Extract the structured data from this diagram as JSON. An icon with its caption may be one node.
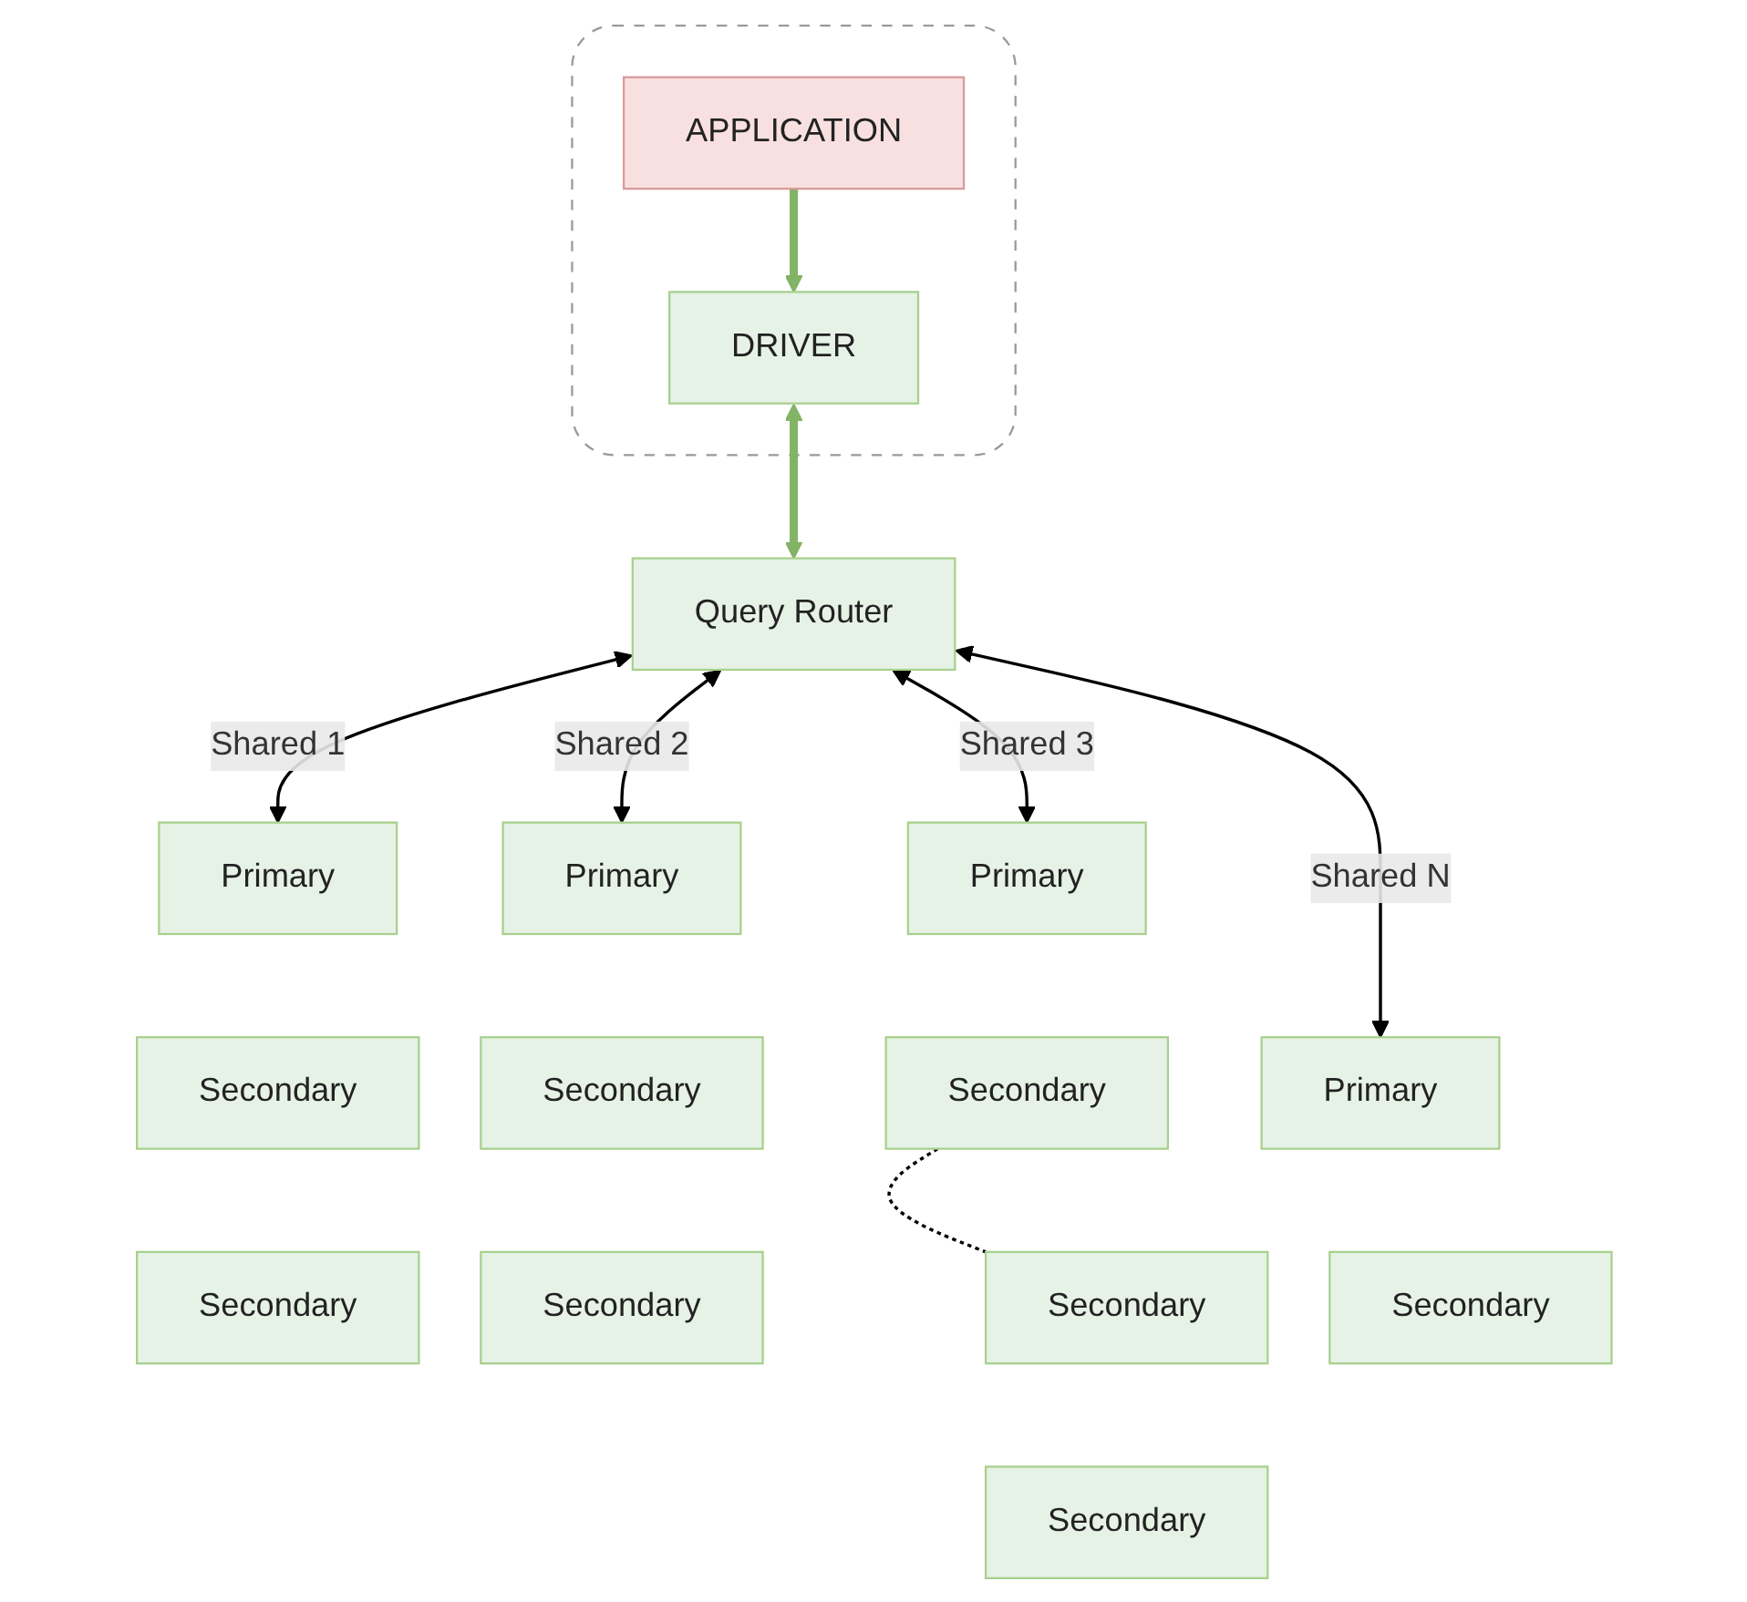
{
  "diagram": {
    "nodes": [
      {
        "text": [],
        "shape": "box"
      },
      {
        "text": [
          "APPLICATION"
        ],
        "in": 0
      },
      {
        "text": [
          "DRIVER"
        ],
        "in": 0
      },
      {
        "text": [
          "Query Router"
        ]
      },
      {
        "text": [
          "Primary"
        ]
      },
      {
        "text": [
          "Primary"
        ]
      },
      {
        "text": [
          "Primary"
        ]
      },
      {
        "text": [
          "Primary"
        ]
      },
      {
        "text": [
          "Secondary"
        ]
      },
      {
        "text": [
          "Secondary"
        ]
      },
      {
        "text": [
          "Secondary"
        ]
      },
      {
        "text": [
          "Secondary"
        ]
      },
      {
        "text": [
          "Secondary"
        ]
      },
      {
        "text": [
          "Secondary"
        ]
      },
      {
        "text": [
          "Secondary"
        ]
      },
      {
        "text": [
          "Secondary"
        ]
      }
    ],
    "edges": [
      {
        "from": 1,
        "to": 2,
        "arrow": "to",
        "style": "thick",
        "color": "#82b366"
      },
      {
        "from": 2,
        "to": 3,
        "arrow": "both",
        "style": "thick",
        "color": "#82b366"
      },
      {
        "from": 3,
        "to": 4,
        "arrow": "both",
        "label": "Shared 1"
      },
      {
        "from": 3,
        "to": 5,
        "arrow": "both",
        "label": "Shared 2"
      },
      {
        "from": 3,
        "to": 6,
        "arrow": "both",
        "label": "Shared 3"
      },
      {
        "from": 3,
        "to": 7,
        "arrow": "both",
        "label": "Shared N"
      },
      {
        "from": 10,
        "to": 11,
        "arrow": "none",
        "style": "dashed"
      }
    ]
  }
}
